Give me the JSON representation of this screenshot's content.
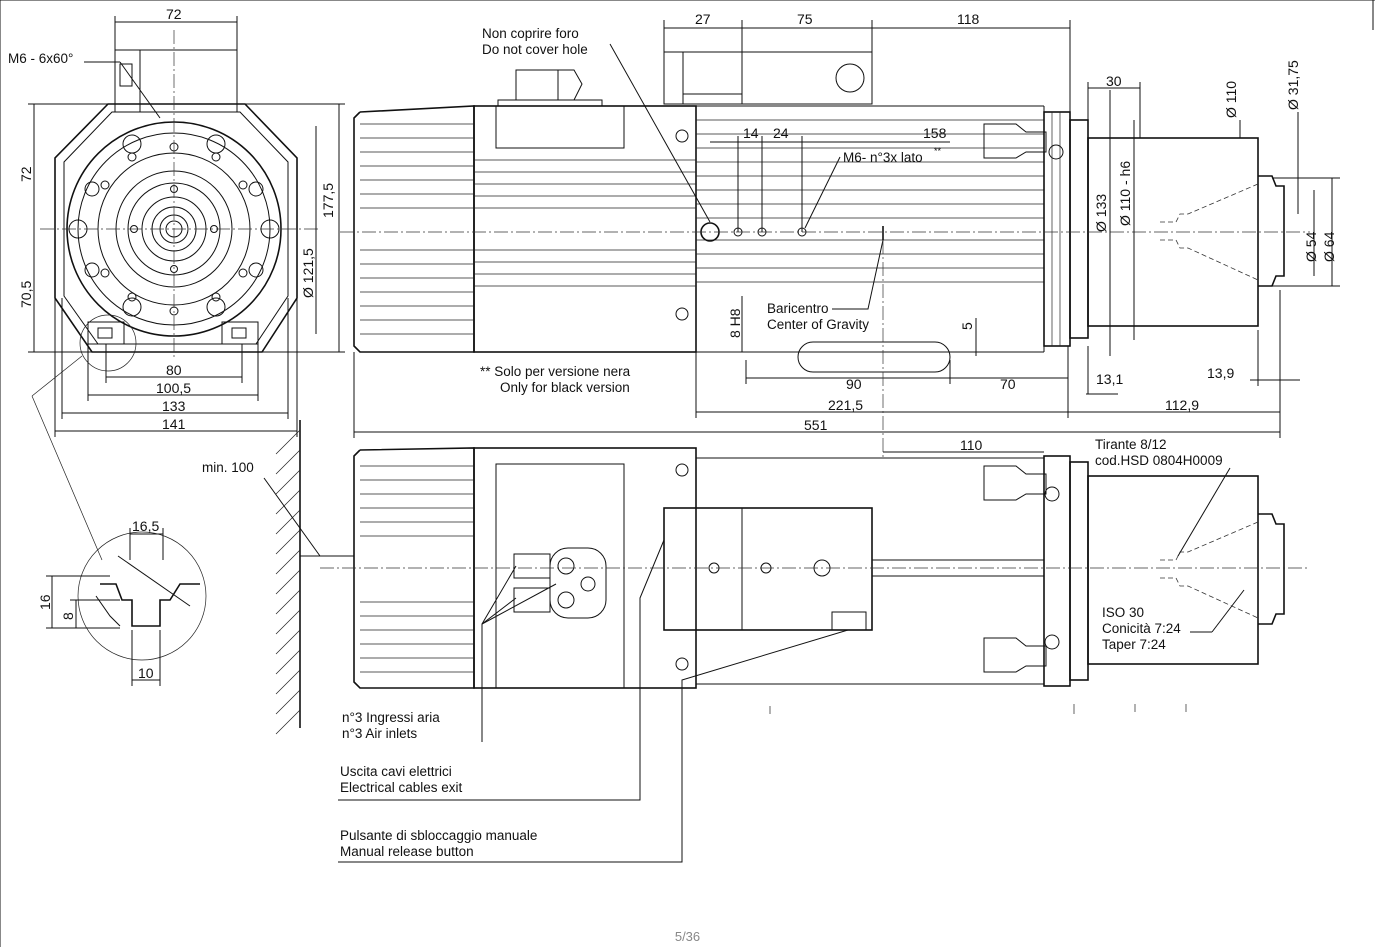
{
  "dims": {
    "d72_top": "72",
    "d72_left": "72",
    "d70_5": "70,5",
    "d177_5": "177,5",
    "d121_5": "Ø 121,5",
    "d80": "80",
    "d100_5": "100,5",
    "d133": "133",
    "d141": "141",
    "d27": "27",
    "d75": "75",
    "d118": "118",
    "d30": "30",
    "d110": "Ø 110",
    "d31_75": "Ø 31,75",
    "d14": "14",
    "d24": "24",
    "d158": "158",
    "d133_dia": "Ø 133",
    "d110h6": "Ø 110 - h6",
    "d54": "Ø 54",
    "d64": "Ø 64",
    "d8h8": "8 H8",
    "d5": "5",
    "d90": "90",
    "d70": "70",
    "d13_1": "13,1",
    "d13_9": "13,9",
    "d221_5": "221,5",
    "d112_9": "112,9",
    "d551": "551",
    "d110_lower": "110",
    "dmin100": "min. 100",
    "d16_5": "16,5",
    "d16": "16",
    "d8": "8",
    "d10": "10"
  },
  "notes": {
    "m6": "M6 - 6x60°",
    "hole_it": "Non coprire foro",
    "hole_en": "Do not cover hole",
    "m6_side": "M6- n°3x lato",
    "m6_star": "**",
    "cog_it": "Baricentro",
    "cog_en": "Center of Gravity",
    "black_it": "**  Solo per versione nera",
    "black_en": "Only for black version",
    "tie_rod": "Tirante 8/12",
    "tie_code": "cod.HSD 0804H0009",
    "iso": "ISO 30",
    "conicity": "Conicità 7:24",
    "taper": "Taper    7:24",
    "air_it": "n°3 Ingressi aria",
    "air_en": "n°3 Air inlets",
    "cable_it": "Uscita cavi elettrici",
    "cable_en": "Electrical cables exit",
    "release_it": "Pulsante di sbloccaggio manuale",
    "release_en": "Manual release button"
  },
  "page": {
    "number": "5/36"
  }
}
